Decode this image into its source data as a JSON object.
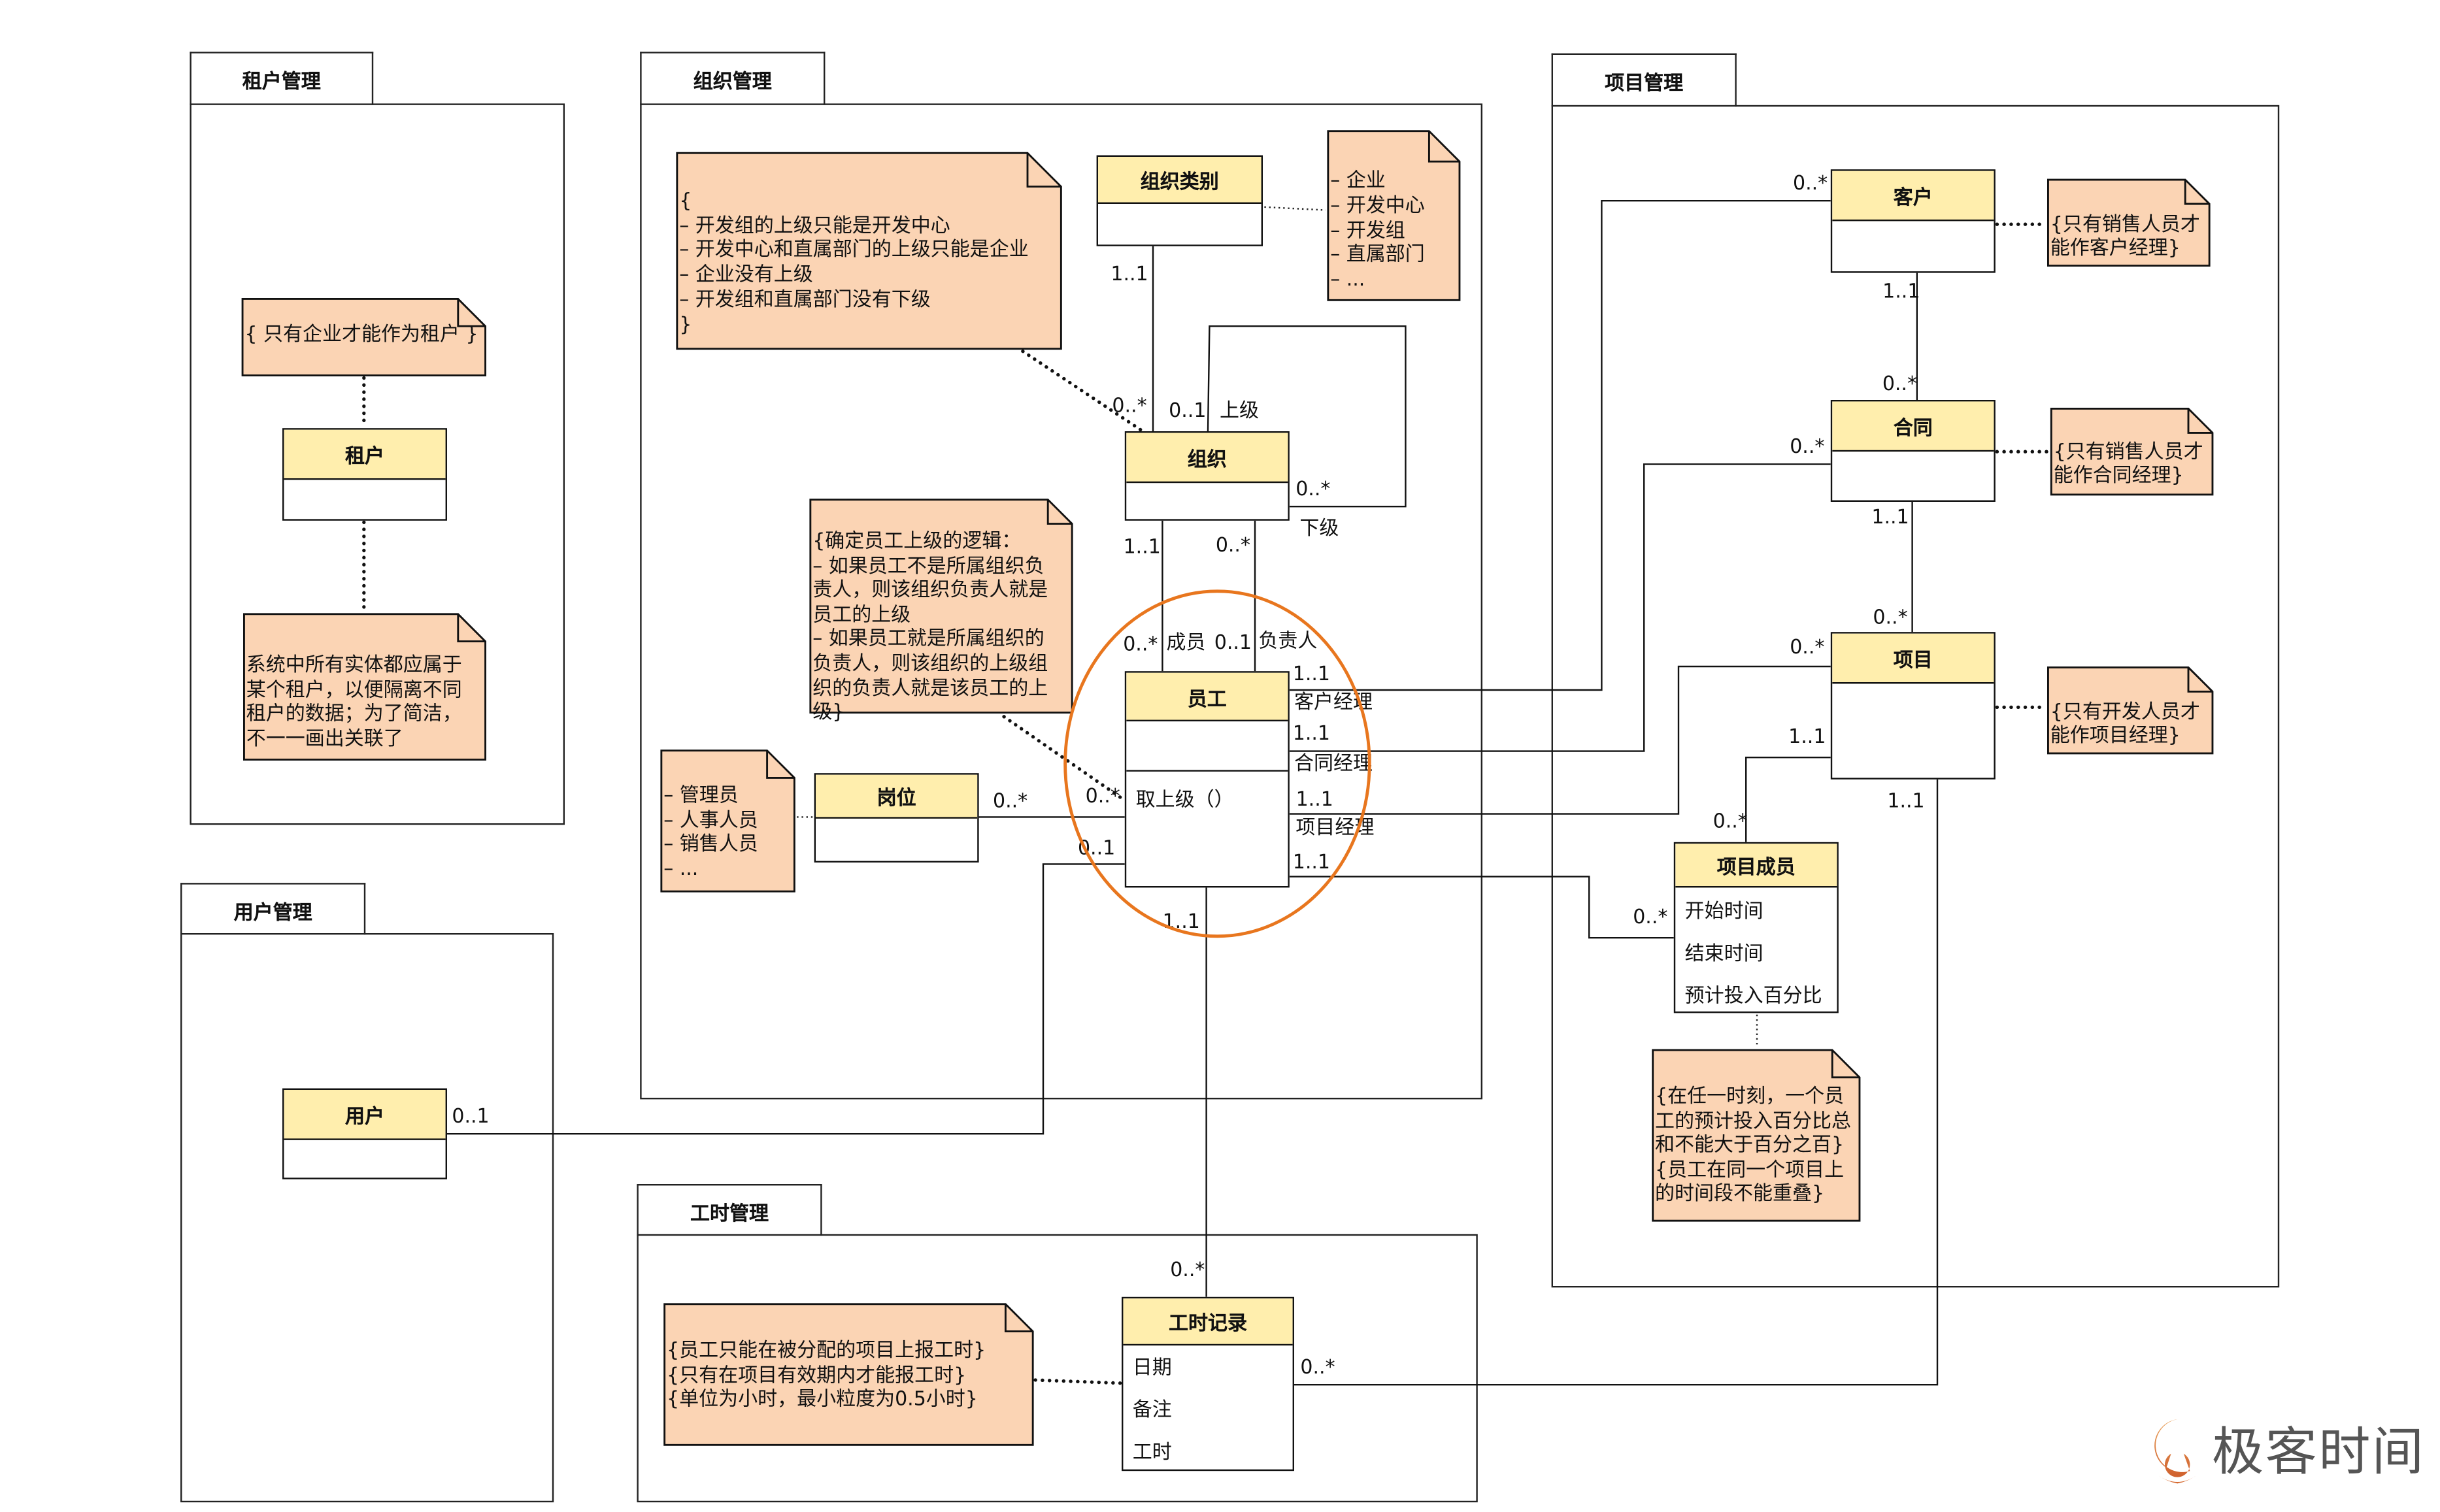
{
  "colors": {
    "class_header": "#FFEEAD",
    "note": "#FBD4B4",
    "highlight": "#E8761E",
    "logo_text": "#555555",
    "logo_icon": "#E07A32"
  },
  "packages": {
    "tenant": {
      "title": "租户管理"
    },
    "org": {
      "title": "组织管理"
    },
    "project": {
      "title": "项目管理"
    },
    "user": {
      "title": "用户管理"
    },
    "timesheet": {
      "title": "工时管理"
    }
  },
  "classes": {
    "tenant": {
      "name": "租户"
    },
    "org_type": {
      "name": "组织类别"
    },
    "org": {
      "name": "组织"
    },
    "employee": {
      "name": "员工",
      "operations": [
        "取上级（）"
      ]
    },
    "position": {
      "name": "岗位"
    },
    "user": {
      "name": "用户"
    },
    "timesheet": {
      "name": "工时记录",
      "attributes": [
        "日期",
        "备注",
        "工时"
      ]
    },
    "customer": {
      "name": "客户"
    },
    "contract": {
      "name": "合同"
    },
    "project": {
      "name": "项目"
    },
    "project_member": {
      "name": "项目成员",
      "attributes": [
        "开始时间",
        "结束时间",
        "预计投入百分比"
      ]
    }
  },
  "notes": {
    "tenant_constraint": {
      "text": "{ 只有企业才能作为租户 }"
    },
    "tenant_desc": {
      "text": "系统中所有实体都应属于\n某个租户，以便隔离不同\n租户的数据；为了简洁，\n不一一画出关联了"
    },
    "org_rules": {
      "text": "{\n– 开发组的上级只能是开发中心\n– 开发中心和直属部门的上级只能是企业\n– 企业没有上级\n– 开发组和直属部门没有下级\n}"
    },
    "org_type_enum": {
      "text": "– 企业\n– 开发中心\n– 开发组\n– 直属部门\n– ..."
    },
    "employee_superior": {
      "text": "{确定员工上级的逻辑：\n– 如果员工不是所属组织负\n责人，则该组织负责人就是\n员工的上级\n– 如果员工就是所属组织的\n负责人，则该组织的上级组\n织的负责人就是该员工的上\n级}"
    },
    "position_enum": {
      "text": "– 管理员\n– 人事人员\n– 销售人员\n– ..."
    },
    "customer_constraint": {
      "text": "{只有销售人员才\n能作客户经理}"
    },
    "contract_constraint": {
      "text": "{只有销售人员才\n能作合同经理}"
    },
    "project_constraint": {
      "text": "{只有开发人员才\n能作项目经理}"
    },
    "member_constraint": {
      "text": "{在任一时刻，一个员\n工的预计投入百分比总\n和不能大于百分之百}\n{员工在同一个项目上\n的时间段不能重叠}"
    },
    "timesheet_constraint": {
      "text": "{员工只能在被分配的项目上报工时}\n{只有在项目有效期内才能报工时}\n{单位为小时，最小粒度为0.5小时}"
    }
  },
  "associations": {
    "orgtype_org": {
      "orgtype_end": "1..1",
      "org_end": "0..*"
    },
    "org_hierarchy": {
      "superior_mult": "0..1",
      "superior_role": "上级",
      "subordinate_mult": "0..*",
      "subordinate_role": "下级"
    },
    "org_members": {
      "org_end": "1..1",
      "employee_end": "0..*",
      "role": "成员"
    },
    "org_leader": {
      "org_end": "0..*",
      "employee_end": "0..1",
      "role": "负责人"
    },
    "position_employee": {
      "position_end": "0..*",
      "employee_end": "0..*"
    },
    "employee_user": {
      "employee_end": "0..1",
      "user_end": "0..1"
    },
    "employee_timesheet": {
      "employee_end": "1..1",
      "timesheet_end": "0..*"
    },
    "timesheet_project": {
      "timesheet_end": "0..*",
      "project_end": "1..1"
    },
    "customer_manager": {
      "employee_end": "1..1",
      "role": "客户经理",
      "customer_end": "0..*"
    },
    "contract_manager": {
      "employee_end": "1..1",
      "role": "合同经理",
      "contract_end": "0..*"
    },
    "project_manager": {
      "employee_end": "1..1",
      "role": "项目经理",
      "project_end": "0..*"
    },
    "employee_member": {
      "employee_end": "1..1",
      "member_end": "0..*"
    },
    "project_member": {
      "project_end": "1..1",
      "member_end": "0..*"
    },
    "customer_contract": {
      "customer_end": "1..1",
      "contract_end": "0..*"
    },
    "contract_project": {
      "contract_end": "1..1",
      "project_end": "0..*"
    }
  },
  "logo": {
    "text": "极客时间",
    "icon": "geektime-logo-icon"
  }
}
